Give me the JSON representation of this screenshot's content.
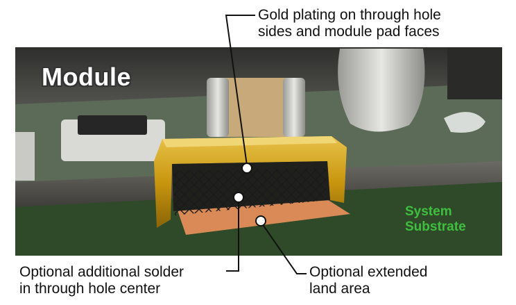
{
  "labels": {
    "module": "Module",
    "system_substrate_line1": "System",
    "system_substrate_line2": "Substrate"
  },
  "callouts": {
    "gold_plating_line1": "Gold plating on through hole",
    "gold_plating_line2": "sides and module pad faces",
    "solder_line1": "Optional additional solder",
    "solder_line2": "in through hole center",
    "land_line1": "Optional extended",
    "land_line2": "land area"
  },
  "colors": {
    "gold": "#c9960f",
    "copper_land": "#d98a57",
    "substrate": "#2f4a28",
    "substrate_text": "#3fbf3f",
    "module_board": "#4a4a48"
  }
}
